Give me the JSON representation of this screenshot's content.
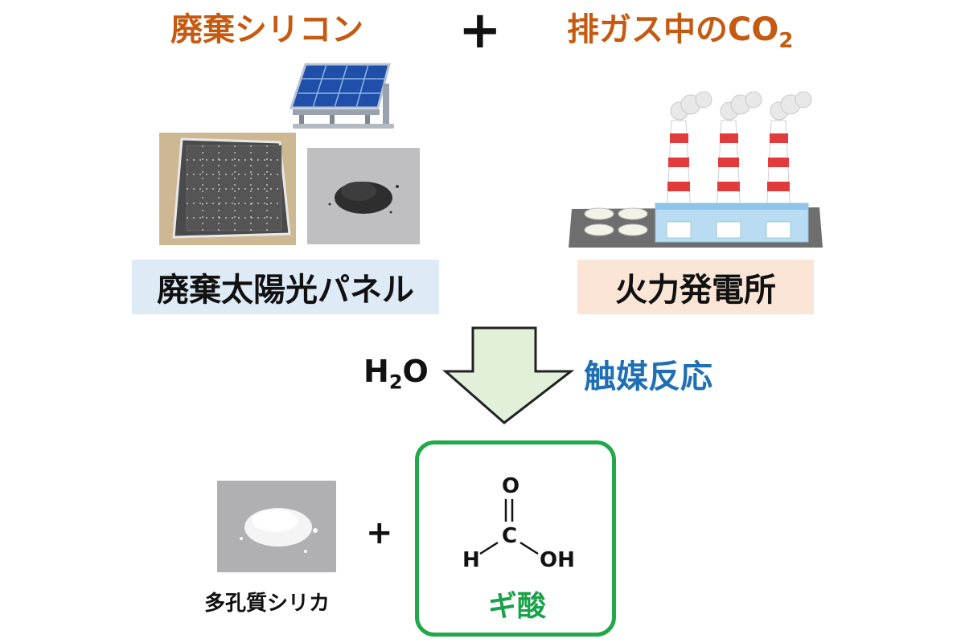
{
  "header": {
    "left_title": "廃棄シリコン",
    "plus": "+",
    "right_title_prefix": "排ガス中のCO",
    "right_title_sub": "2"
  },
  "left_panel": {
    "label": "廃棄太陽光パネル"
  },
  "right_panel": {
    "label": "火力発電所"
  },
  "reaction": {
    "reagent_prefix": "H",
    "reagent_sub": "2",
    "reagent_suffix": "O",
    "condition": "触媒反応"
  },
  "products": {
    "silica_caption": "多孔質シリカ",
    "plus": "+",
    "formic_acid_label": "ギ酸",
    "atoms": {
      "o": "O",
      "c": "C",
      "h": "H",
      "oh": "OH"
    }
  },
  "colors": {
    "title_orange": "#c55a11",
    "catalyst_blue": "#1f6fb5",
    "result_green": "#22a74a",
    "left_label_bg": "#deebf7",
    "right_label_bg": "#fbe5d6",
    "arrow_fill": "#e2f0d9"
  }
}
